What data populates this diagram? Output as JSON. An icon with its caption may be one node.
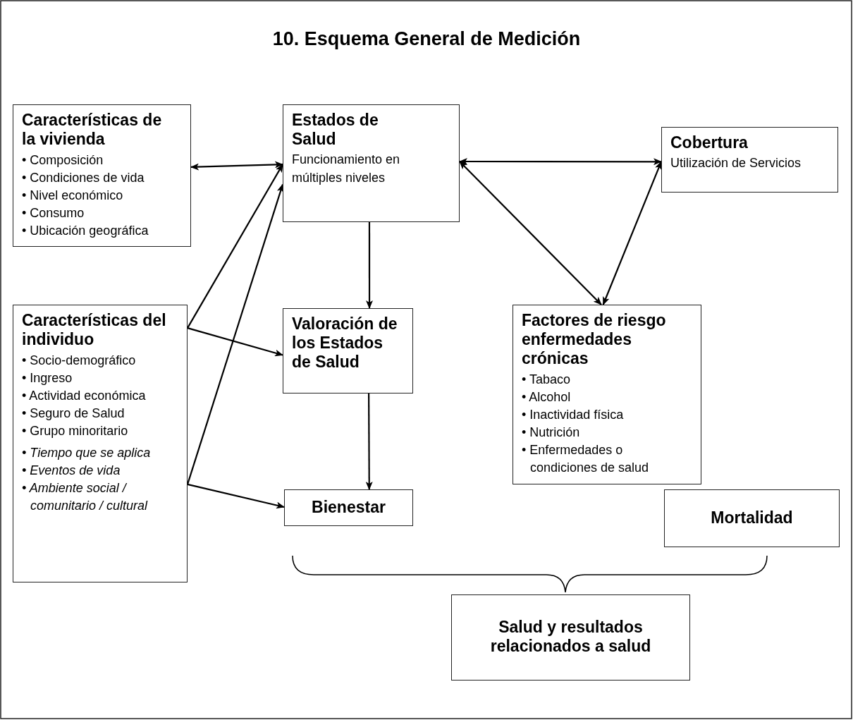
{
  "diagram": {
    "title": "10. Esquema General de Medición",
    "nodes": [
      {
        "text": [
          "Características de la vivienda",
          "• Composición",
          "• Condiciones de vida",
          "• Nivel económico",
          "• Consumo",
          "• Ubicación geográfica"
        ]
      },
      {
        "text": [
          "Estados de Salud",
          "Funcionamiento en múltiples niveles"
        ]
      },
      {
        "text": [
          "Cobertura",
          "Utilización de Servicios"
        ]
      },
      {
        "text": [
          "Características del individuo",
          "• Socio-demográfico",
          "• Ingreso",
          "• Actividad económica",
          "• Seguro de Salud",
          "• Grupo minoritario",
          "• Tiempo que se aplica",
          "• Eventos de vida",
          "• Ambiente social / comunitario / cultural"
        ]
      },
      {
        "text": [
          "Valoración de los Estados de Salud"
        ]
      },
      {
        "text": [
          "Factores de riesgo enfermedades crónicas",
          "• Tabaco",
          "• Alcohol",
          "• Inactividad física",
          "• Nutrición",
          "• Enfermedades o condiciones de salud"
        ]
      },
      {
        "text": [
          "Bienestar"
        ]
      },
      {
        "text": [
          "Mortalidad"
        ]
      },
      {
        "text": [
          "Salud y resultados relacionados a salud"
        ]
      }
    ],
    "edges": [
      {
        "from": 0,
        "to": 1,
        "arrow": "both"
      },
      {
        "from": 1,
        "to": 4,
        "arrow": "to"
      },
      {
        "from": 4,
        "to": 6,
        "arrow": "to"
      },
      {
        "from": 3,
        "to": 1,
        "arrow": "to"
      },
      {
        "from": 3,
        "to": 4,
        "arrow": "to"
      },
      {
        "from": 3,
        "to": 1,
        "arrow": "to"
      },
      {
        "from": 3,
        "to": 6,
        "arrow": "to"
      },
      {
        "from": 1,
        "to": 2,
        "arrow": "both"
      },
      {
        "from": 1,
        "to": 5,
        "arrow": "both"
      },
      {
        "from": 2,
        "to": 5,
        "arrow": "both"
      }
    ]
  }
}
